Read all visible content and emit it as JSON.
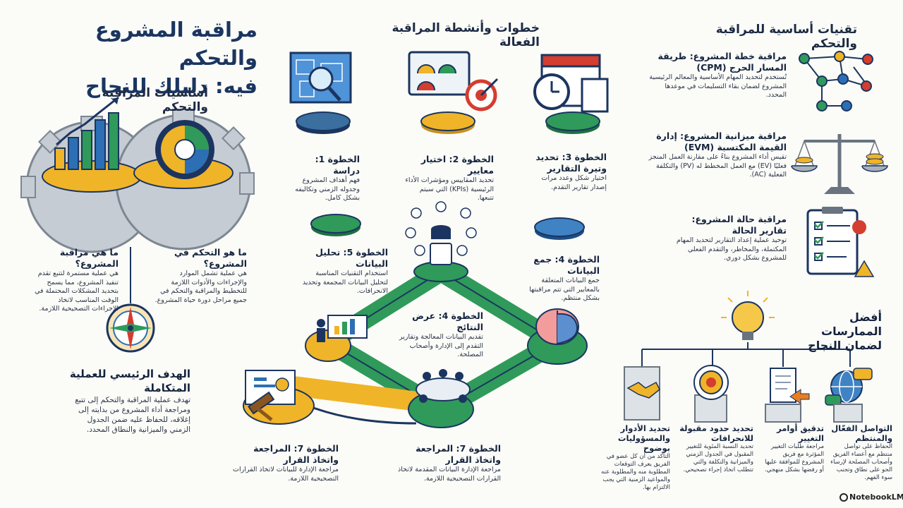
{
  "title": {
    "line1": "مراقبة المشروع والتحكم",
    "line2": "فيه: دليلك للنجاح"
  },
  "left": {
    "section": "أساسيات المراقبة والتحكم",
    "what_monitoring": {
      "title": "ما هي مراقبة المشروع؟",
      "body": "هي عملية مستمرة لتتبع تقدم تنفيذ المشروع، مما يسمح بتحديد المشكلات المحتملة في الوقت المناسب لاتخاذ الإجراءات التصحيحية اللازمة."
    },
    "what_control": {
      "title": "ما هو التحكم في المشروع؟",
      "body": "هي عملية تشمل الموارد والإجراءات والأدوات اللازمة للتخطيط والمراقبة والتحكم في جميع مراحل دورة حياة المشروع."
    },
    "goal": {
      "title": "الهدف الرئيسي للعملية المتكاملة",
      "body": "تهدف عملية المراقبة والتحكم إلى تتبع ومراجعة أداء المشروع من بدايته إلى إغلاقه، للحفاظ عليه ضمن الجدول الزمني والميزانية والنطاق المحدد."
    }
  },
  "middle": {
    "section": "خطوات وأنشطة المراقبة الفعالة",
    "step1": {
      "title": "الخطوة 1: دراسة",
      "body": "فهم أهداف المشروع وجدوله الزمني وتكاليفه بشكل كامل."
    },
    "step2": {
      "title": "الخطوة 2: اختيار معايير",
      "body": "تحديد المقاييس ومؤشرات الأداء الرئيسية (KPIs) التي سيتم تتبعها."
    },
    "step3": {
      "title": "الخطوة 3: تحديد وتيرة التقارير",
      "body": "اختيار شكل وعدد مرات إصدار تقارير التقدم."
    },
    "step4a": {
      "title": "الخطوة 4: جمع البيانات",
      "body": "جمع البيانات المتعلقة بالمعايير التي تتم مراقبتها بشكل منتظم."
    },
    "step5": {
      "title": "الخطوة 5: تحليل البيانات",
      "body": "استخدام التقنيات المناسبة لتحليل البيانات المجمعة وتحديد الانحرافات."
    },
    "step4b": {
      "title": "الخطوة 4: عرض النتائج",
      "body": "تقديم البيانات المعالجة وتقارير التقدم إلى الإدارة وأصحاب المصلحة."
    },
    "step7a": {
      "title": "الخطوة 7: المراجعة واتخاذ القرار",
      "body": "مراجعة الإدارة للبيانات لاتخاذ القرارات التصحيحية اللازمة."
    },
    "step7b": {
      "title": "الخطوة 7: المراجعة واتخاذ القرار",
      "body": "مراجعة الإدارة البيانات المقدمة لاتخاذ القرارات التصحيحية اللازمة."
    }
  },
  "right": {
    "section": "تقنيات أساسية للمراقبة والتحكم",
    "cpm": {
      "title": "مراقبة خطة المشروع: طريقة المسار الحرج (CPM)",
      "body": "تُستخدم لتحديد المهام الأساسية والمعالم الرئيسية المشروع لضمان بقاء التسليمات في موعدها المحدد."
    },
    "evm": {
      "title": "مراقبة ميزانية المشروع: إدارة القيمة المكتسبة (EVM)",
      "body": "تقيس أداء المشروع بناءً على مقارنة العمل المنجز فعليًا (EV) مع العمل المخطط له (PV) والتكلفة الفعلية (AC)."
    },
    "status": {
      "title": "مراقبة حالة المشروع: تقارير الحالة",
      "body": "توحيد عملية إعداد التقارير لتحديد المهام المكتملة، والمخاطر، والتقدم الفعلي للمشروع بشكل دوري."
    },
    "best": {
      "title": "أفضل الممارسات لضمان النجاح"
    },
    "bp1": {
      "title": "التواصل الفعّال والمنتظم",
      "body": "الحفاظ على تواصل منتظم مع أعضاء الفريق وأصحاب المصلحة لإرساء الجو على نطاق وتجنب سوء الفهم."
    },
    "bp2": {
      "title": "تدقيق أوامر التغيير",
      "body": "مراجعة طلبات التغيير المؤثرة مع فريق المشروع للموافقة عليها أو رفضها بشكل منهجي."
    },
    "bp3": {
      "title": "تحديد حدود مقبولة للانحرافات",
      "body": "تحديد النسبة المئوية للتغيير المقبول في الجدول الزمني والميزانية والتكلفة والتي تتطلب اتخاذ إجراء تصحيحي."
    },
    "bp4": {
      "title": "تحديد الأدوار والمسؤوليات بوضوح",
      "body": "التأكد من أن كل عضو في الفريق يعرف التوقعات المطلوبة منه والمطلوبة عنه والمواعيد الزمنية التي يجب الالتزام بها."
    }
  },
  "brand": "NotebookLM",
  "colors": {
    "navy": "#1b3560",
    "gold": "#f0b428",
    "green": "#2f9a5a",
    "blue": "#2c6fb5"
  }
}
